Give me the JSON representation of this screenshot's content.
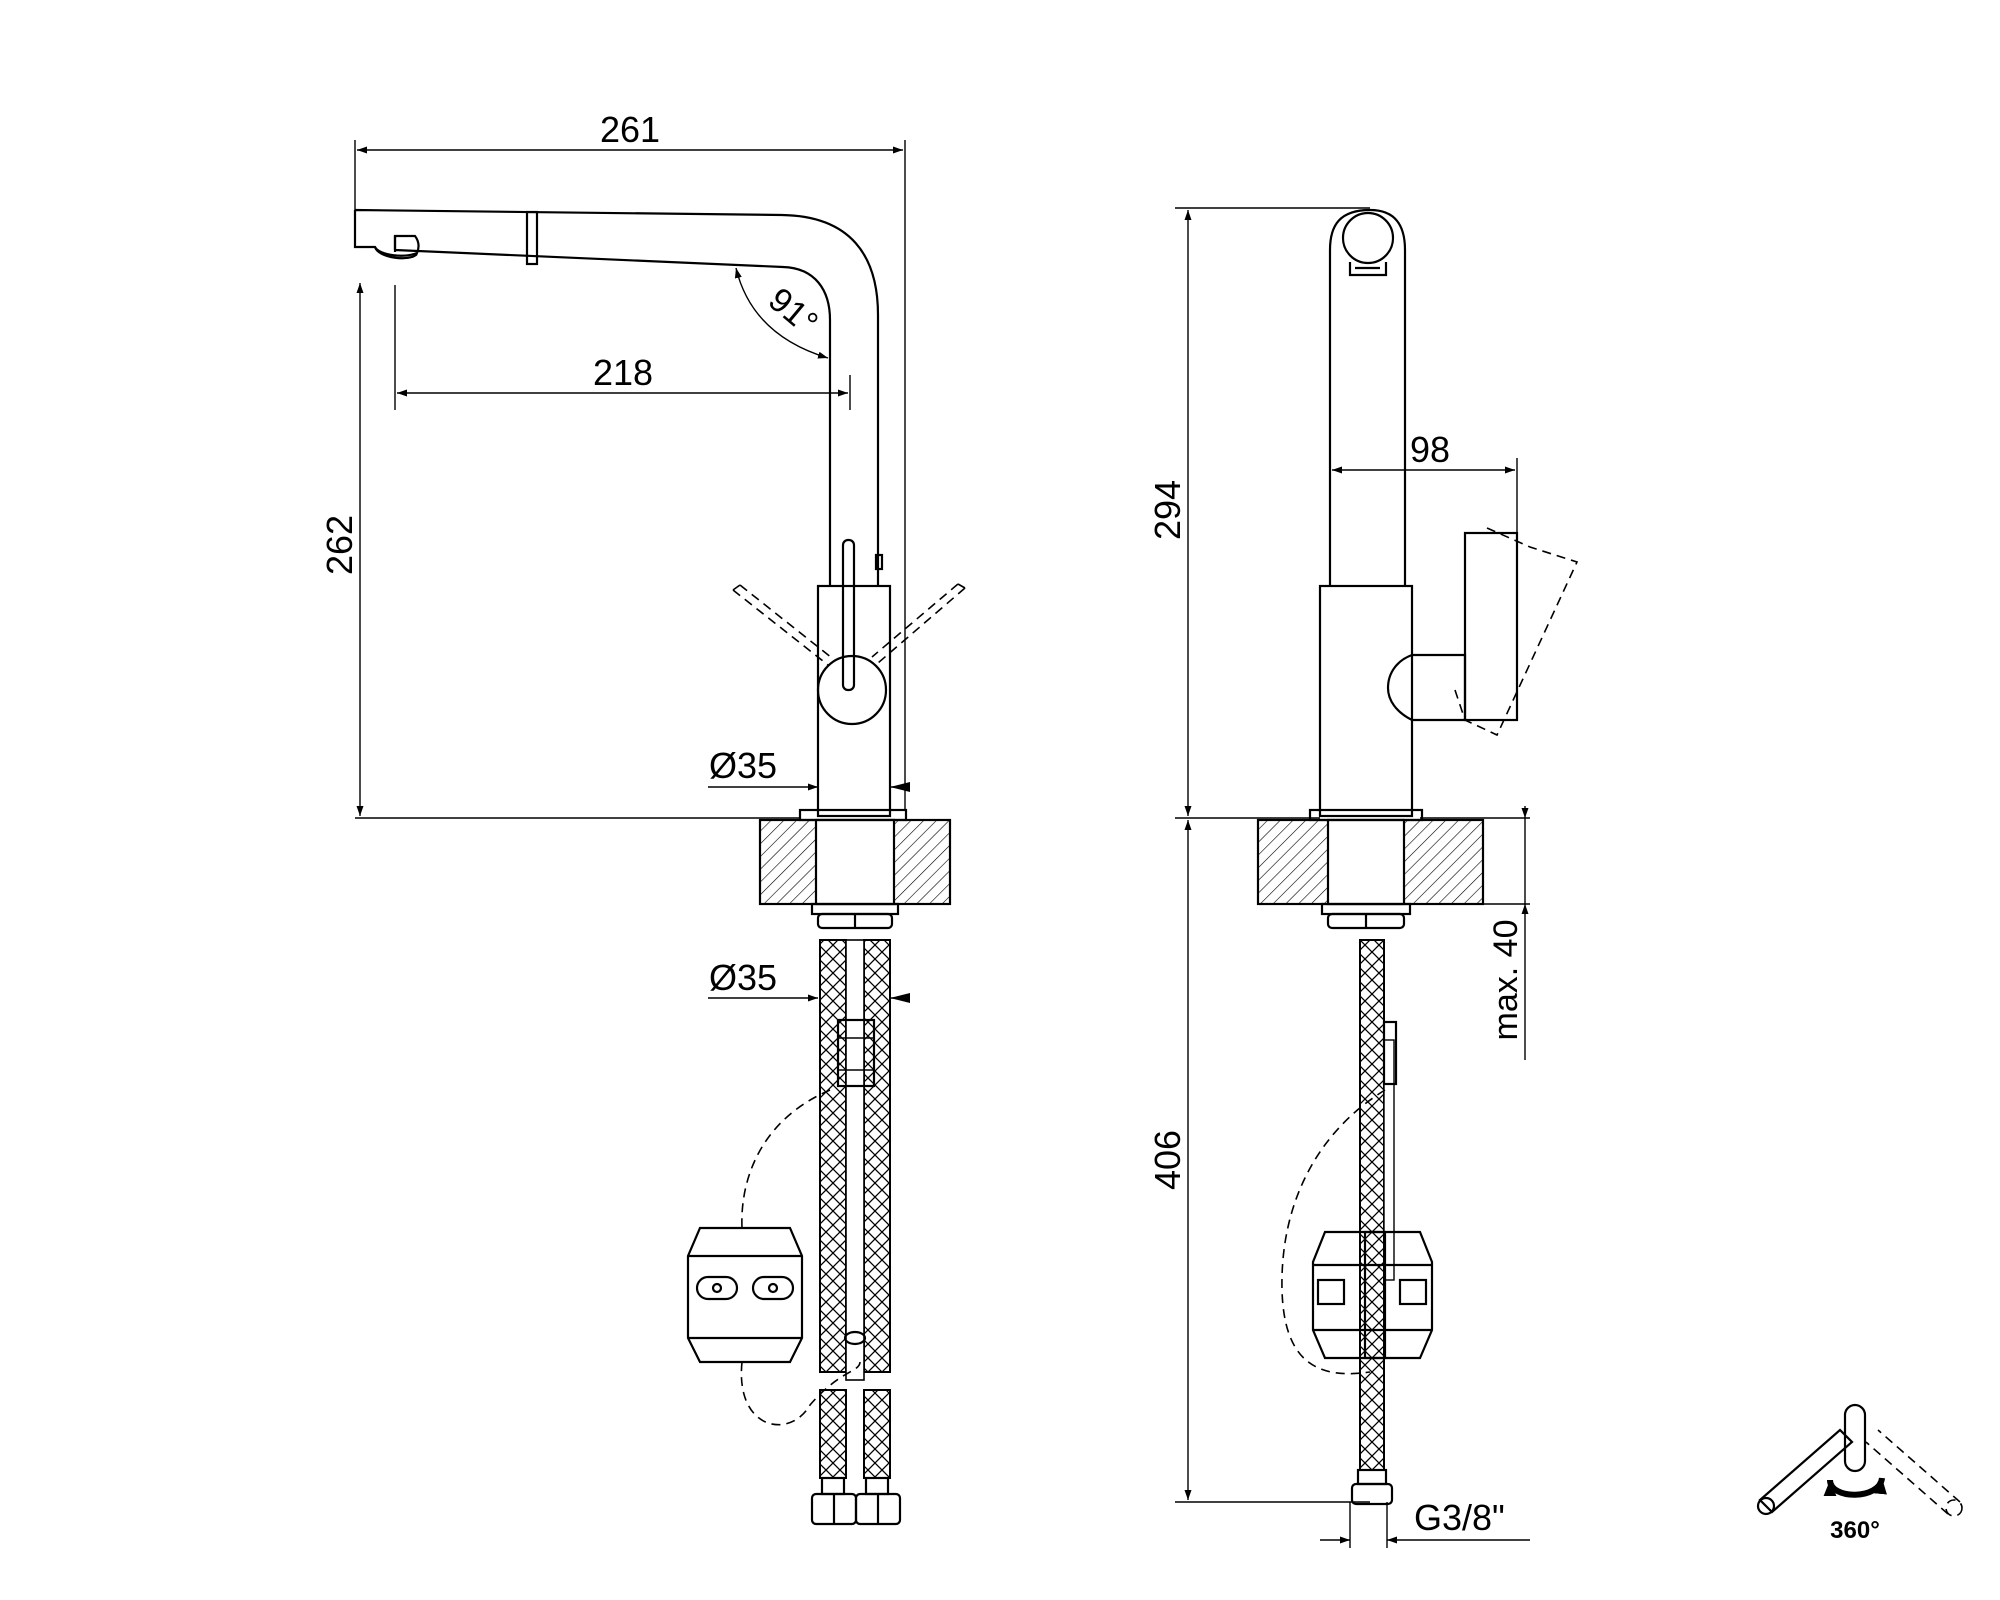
{
  "front_view": {
    "width_label": "261",
    "reach_label": "218",
    "height_label": "262",
    "angle_label": "91°",
    "body_diameter_label": "Ø35",
    "hole_diameter_label": "Ø35"
  },
  "side_view": {
    "height_label": "294",
    "handle_offset_label": "98",
    "hose_length_label": "406",
    "counter_thickness_label": "max. 40",
    "thread_label": "G3/8\""
  },
  "rotation_icon": {
    "label": "360°"
  }
}
